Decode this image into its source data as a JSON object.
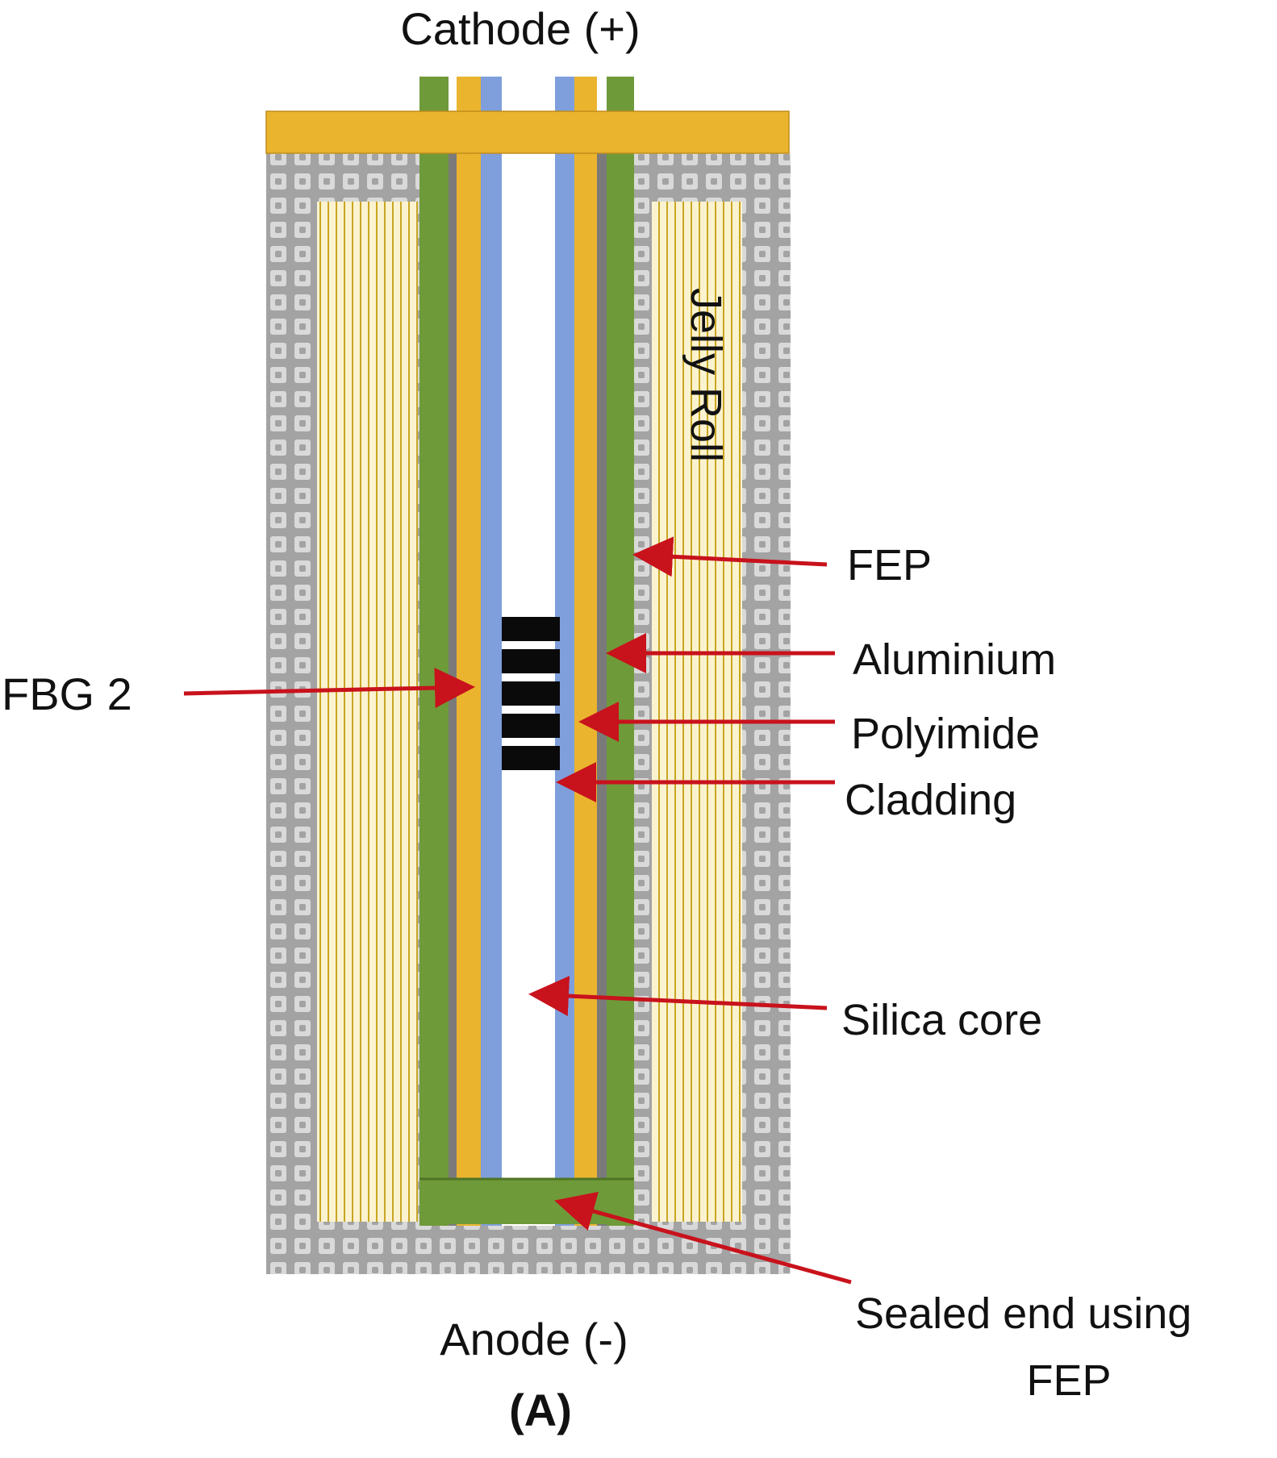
{
  "colors": {
    "case": "#a3a3a3",
    "case_dot": "#d9d9d9",
    "jelly_bg": "#fbf3cf",
    "jelly_line": "#c9a623",
    "cap": "#ebb42f",
    "fep": "#6f9a39",
    "polyimide": "#ebb42f",
    "cladding": "#7f9fdc",
    "aluminium": "#7a7a7a",
    "grating": "#0a0a0a",
    "arrow": "#c8121c"
  },
  "labels": {
    "cathode": "Cathode (+)",
    "anode": "Anode (-)",
    "panel": "(A)",
    "jelly_roll": "Jelly Roll",
    "fbg": "FBG 2",
    "fep": "FEP",
    "aluminium": "Aluminium",
    "polyimide": "Polyimide",
    "cladding": "Cladding",
    "silica_core": "Silica core",
    "sealed_line1": "Sealed end using",
    "sealed_line2": "FEP"
  }
}
